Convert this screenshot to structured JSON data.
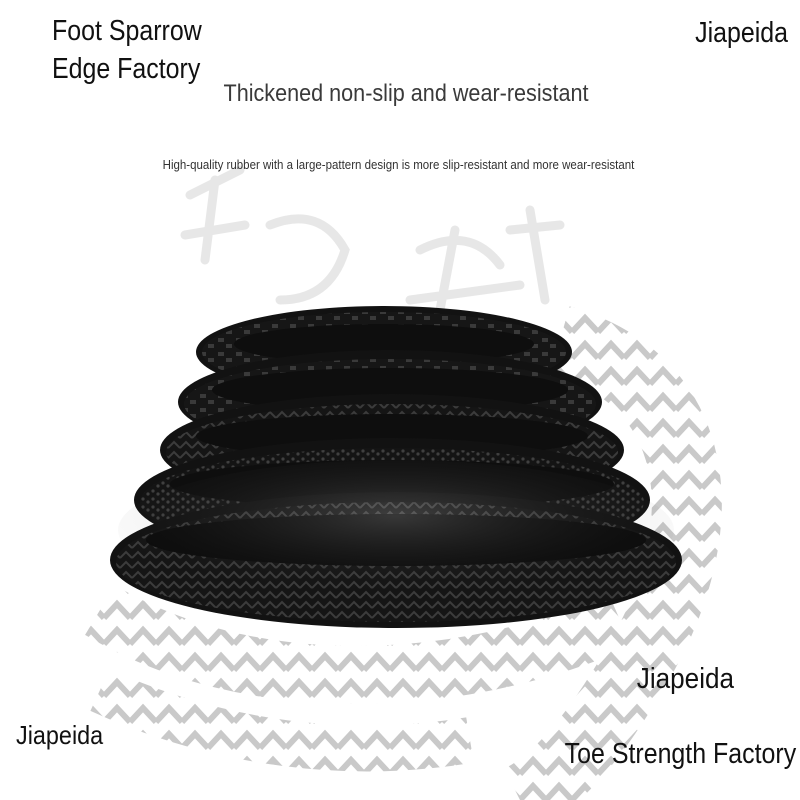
{
  "texts": {
    "corner_top_left_line1": "Foot Sparrow",
    "corner_top_left_line2": "Edge Factory",
    "corner_top_right": "Jiapeida",
    "headline": "Thickened non-slip and wear-resistant",
    "subheadline": "High-quality rubber with a large-pattern design is more slip-resistant and more wear-resistant",
    "brand_mid_right": "Jiapeida",
    "brand_bottom_left": "Jiapeida",
    "corner_bottom_right": "Toe Strength Factory"
  },
  "product": {
    "tire_count": 5,
    "tire_color": "#141414",
    "tread_color": "#2e2e2e",
    "background_track_color": "#cfcfcf"
  }
}
